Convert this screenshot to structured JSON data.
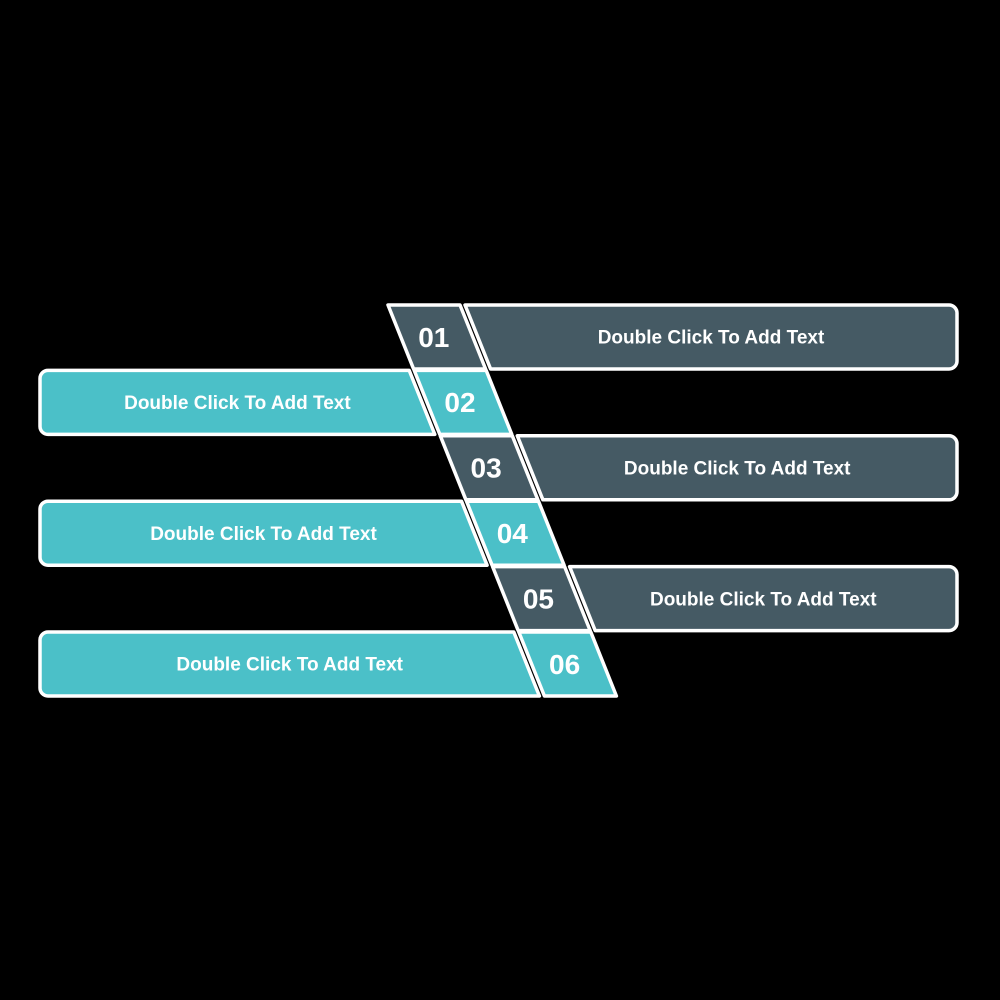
{
  "background_color": "#000000",
  "diagram": {
    "border_color": "#FFFFFF",
    "text_color": "#FFFFFF",
    "variant_colors": {
      "dark": "#455A64",
      "teal": "#4BC0C8"
    },
    "rows": [
      {
        "number": "01",
        "label": "Double Click To Add Text",
        "variant": "dark",
        "side": "right"
      },
      {
        "number": "02",
        "label": "Double Click To Add Text",
        "variant": "teal",
        "side": "left"
      },
      {
        "number": "03",
        "label": "Double Click To Add Text",
        "variant": "dark",
        "side": "right"
      },
      {
        "number": "04",
        "label": "Double Click To Add Text",
        "variant": "teal",
        "side": "left"
      },
      {
        "number": "05",
        "label": "Double Click To Add Text",
        "variant": "dark",
        "side": "right"
      },
      {
        "number": "06",
        "label": "Double Click To Add Text",
        "variant": "teal",
        "side": "left"
      }
    ]
  }
}
